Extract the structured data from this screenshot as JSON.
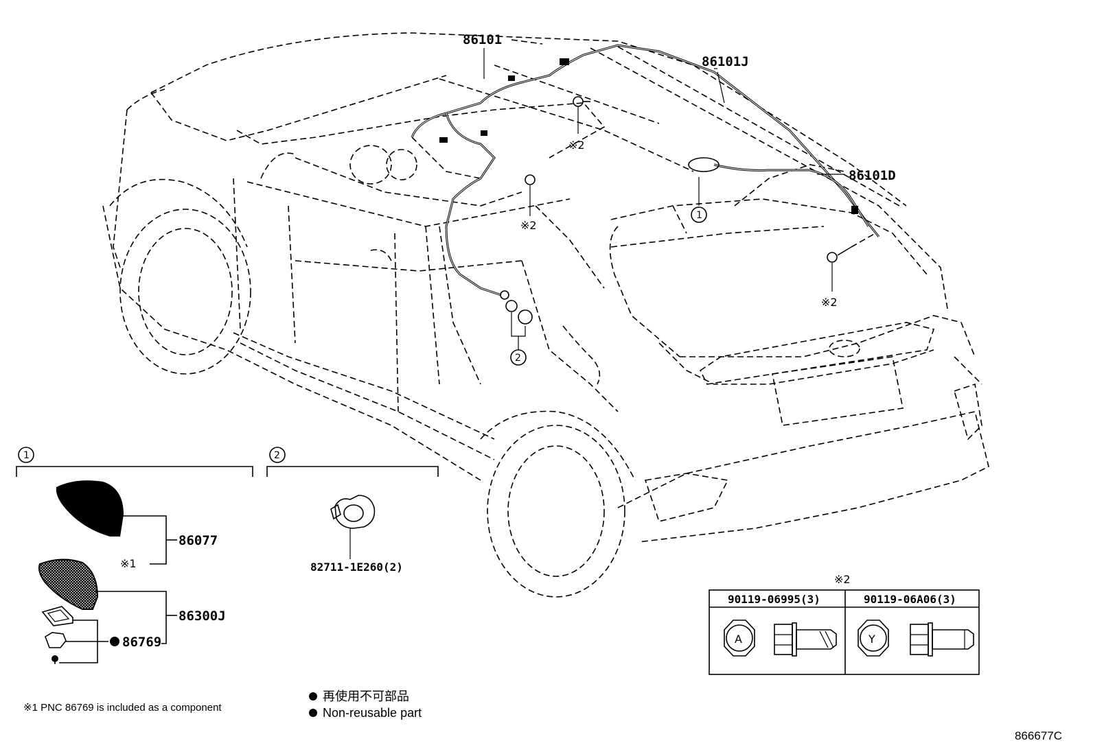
{
  "diagram": {
    "callouts": {
      "p86101": "86101",
      "p86101J": "86101J",
      "p86101D": "86101D",
      "p86077": "86077",
      "p86300J": "86300J",
      "p86769": "86769",
      "p82711": "82711-1E260(2)",
      "bolt_a_pn": "90119-06995(3)",
      "bolt_y_pn": "90119-06A06(3)"
    },
    "markers": {
      "ref2": "※2",
      "ref1": "※1",
      "circle1": "1",
      "circle2": "2",
      "bolt_a_letter": "A",
      "bolt_y_letter": "Y"
    },
    "notes": {
      "footnote": "※1 PNC 86769 is included as a component",
      "legend_jp": "再使用不可部品",
      "legend_en": "Non-reusable part",
      "diagram_code": "866677C"
    }
  }
}
